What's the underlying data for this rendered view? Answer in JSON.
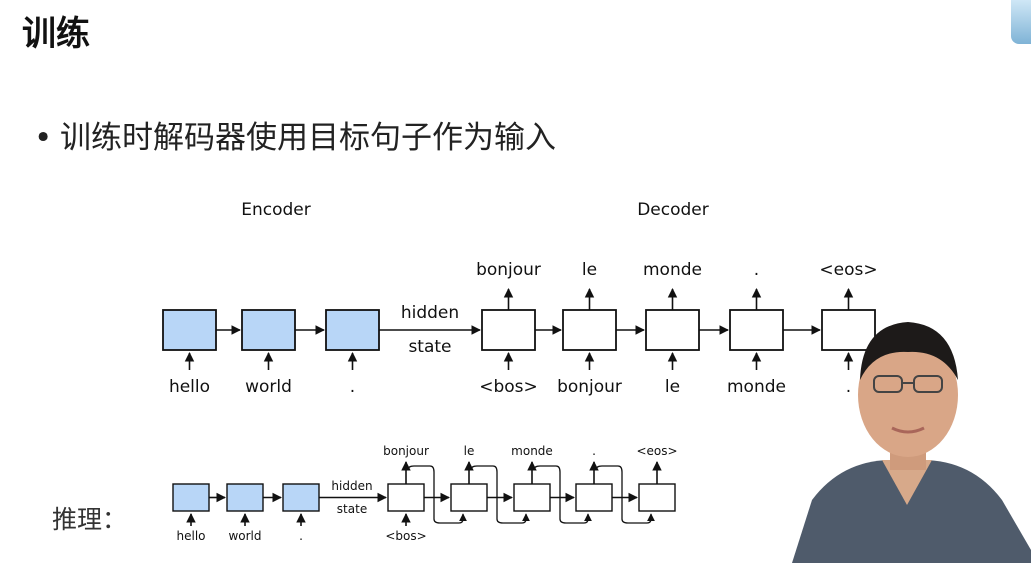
{
  "slide": {
    "title": "训练",
    "bullet": "训练时解码器使用目标句子作为输入",
    "inference_label": "推理："
  },
  "training_diagram": {
    "encoder_label": "Encoder",
    "decoder_label": "Decoder",
    "hidden_label_1": "hidden",
    "hidden_label_2": "state",
    "encoder_inputs": [
      "hello",
      "world",
      "."
    ],
    "decoder_inputs": [
      "<bos>",
      "bonjour",
      "le",
      "monde",
      "."
    ],
    "decoder_outputs": [
      "bonjour",
      "le",
      "monde",
      ".",
      "<eos>"
    ]
  },
  "inference_diagram": {
    "hidden_label_1": "hidden",
    "hidden_label_2": "state",
    "encoder_inputs": [
      "hello",
      "world",
      "."
    ],
    "decoder_first_input": "<bos>",
    "decoder_outputs": [
      "bonjour",
      "le",
      "monde",
      ".",
      "<eos>"
    ]
  },
  "colors": {
    "encoder_fill": "#b8d6f7",
    "decoder_fill": "#ffffff",
    "stroke": "#111111"
  }
}
